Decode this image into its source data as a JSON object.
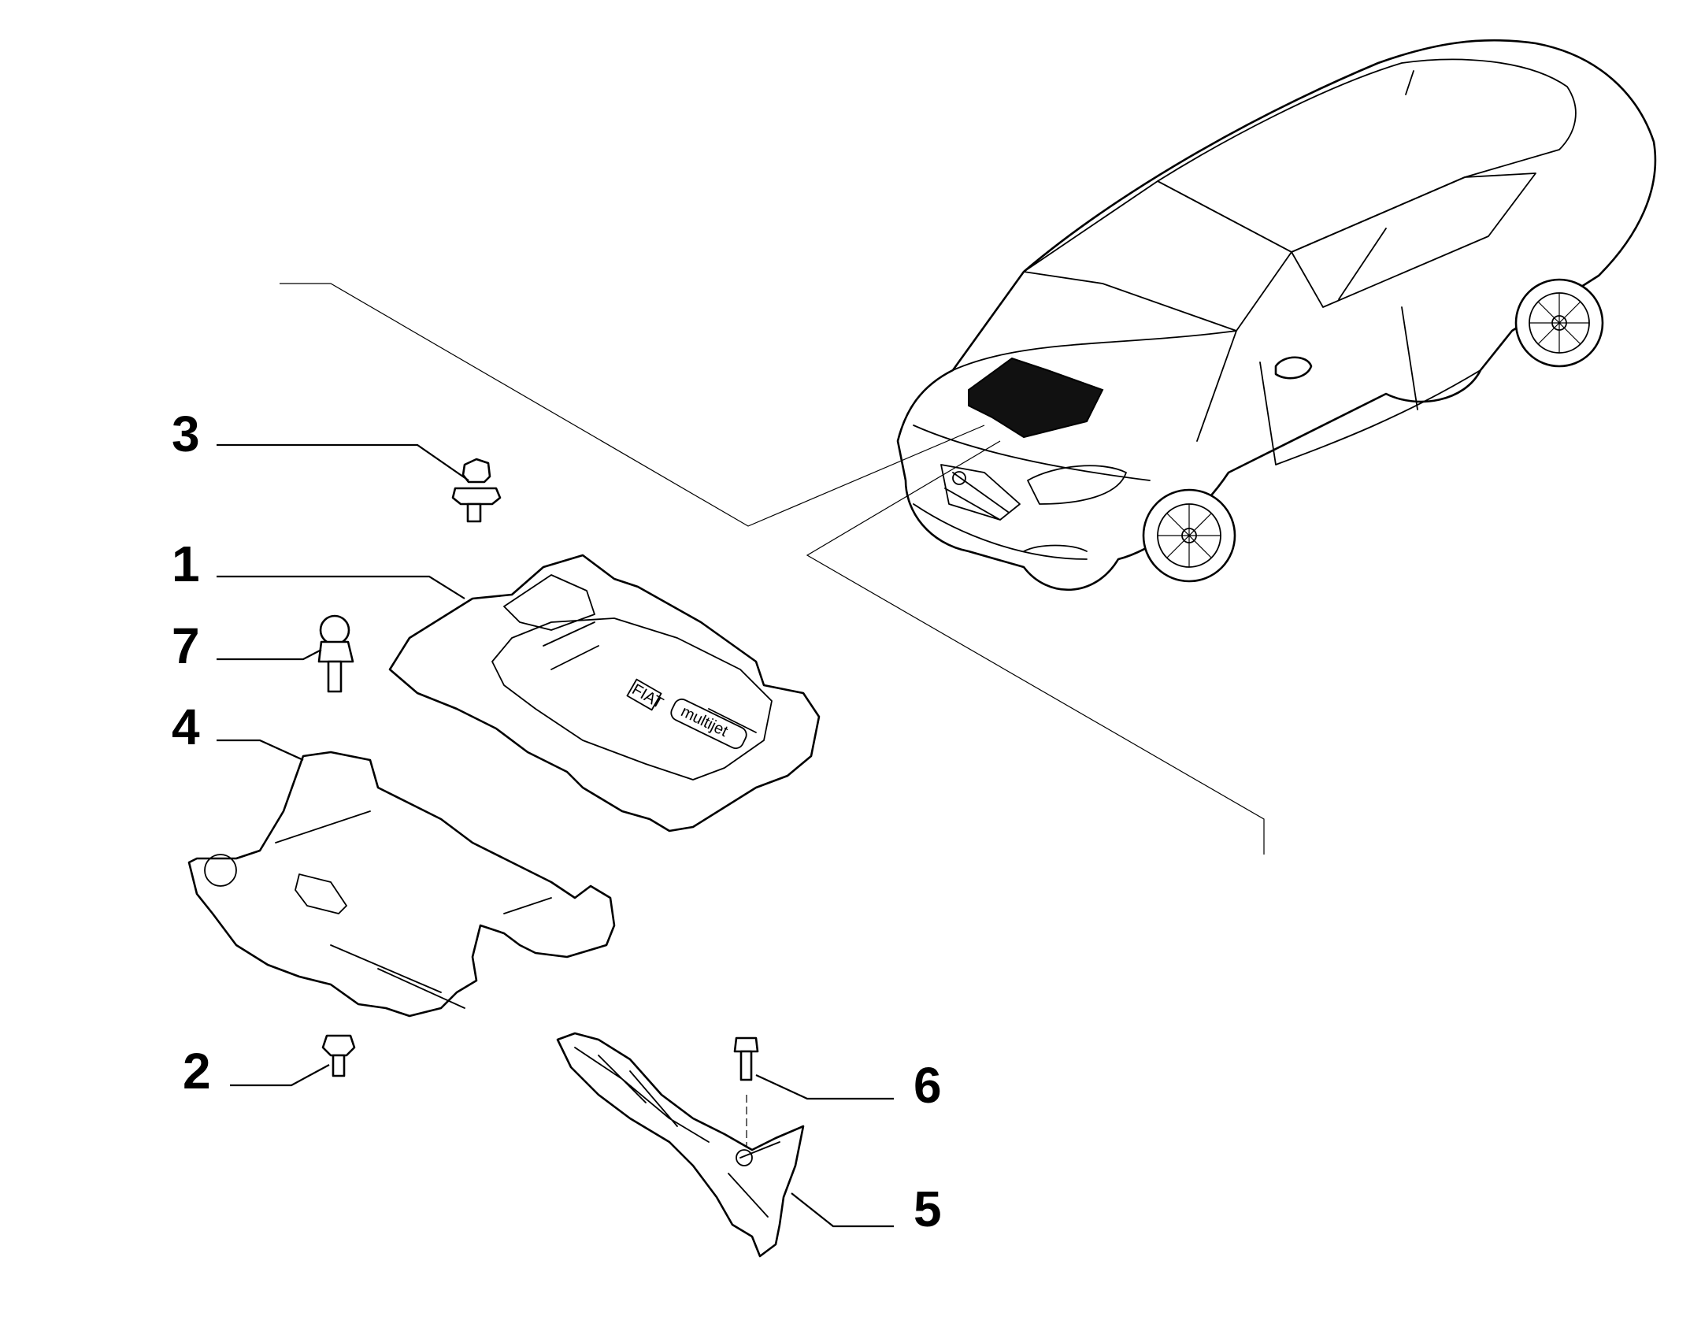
{
  "callouts": [
    {
      "number": "1",
      "part": "engine cover"
    },
    {
      "number": "2",
      "part": "screw"
    },
    {
      "number": "3",
      "part": "fastener"
    },
    {
      "number": "4",
      "part": "soundproofing pad"
    },
    {
      "number": "5",
      "part": "side guard"
    },
    {
      "number": "6",
      "part": "bolt"
    },
    {
      "number": "7",
      "part": "ball stud"
    }
  ],
  "cover_badges": {
    "brand": "FIAT",
    "model": "multijet"
  }
}
